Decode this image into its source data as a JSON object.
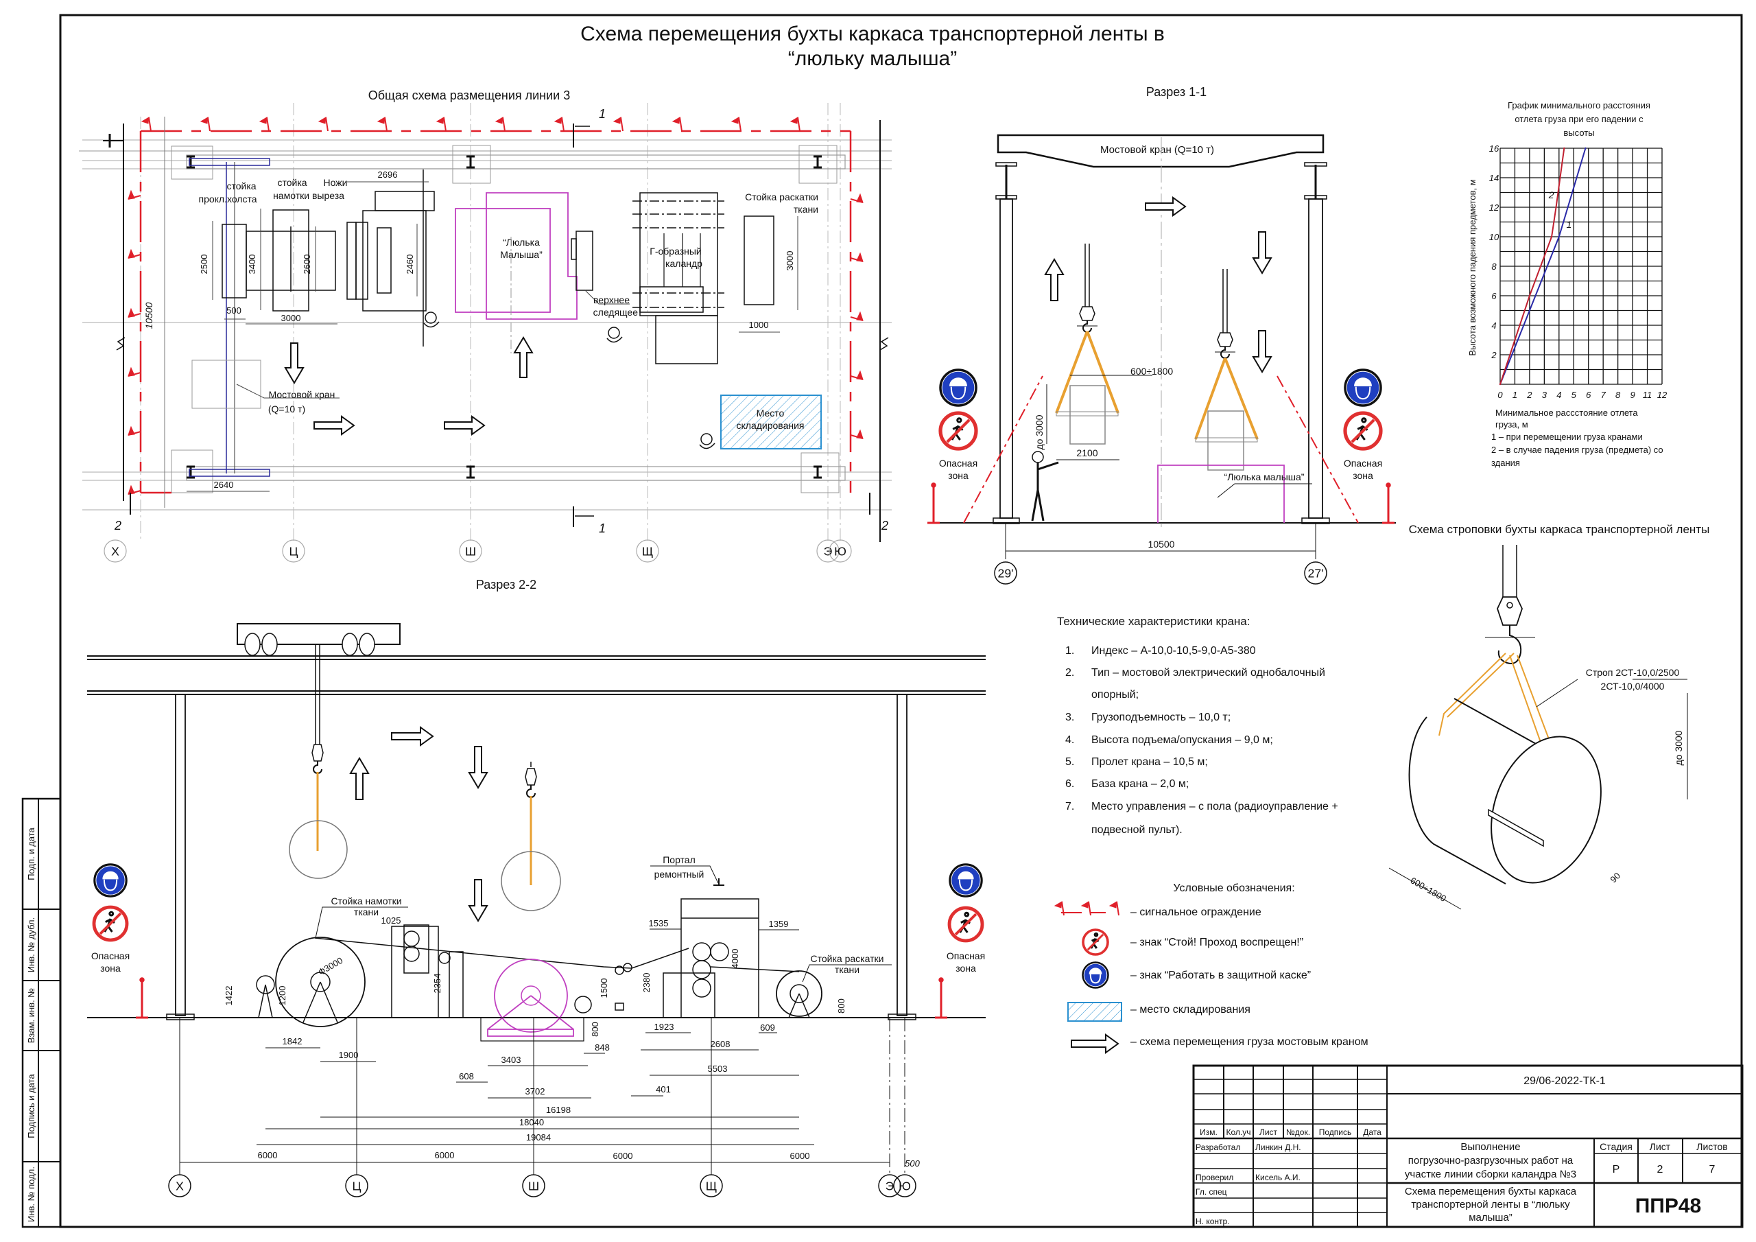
{
  "colors": {
    "fence": "#e0202a",
    "cradle": "#c040c0",
    "crane_bridge": "#2a2a9a",
    "storage": "#2a90d0",
    "sling": "#e8a030",
    "brand": "#1a9a3a",
    "danger_text": "#c0202a",
    "sign_blue": "#1f3fc0"
  },
  "title": {
    "line1": "Схема перемещения бухты каркаса транспортерной ленты в",
    "line2": "“люльку малыша”"
  },
  "plan": {
    "title": "Общая схема размещения линии 3",
    "labels": {
      "stand_canvas_1": "стойка",
      "stand_canvas_2": "прокл.холста",
      "stand_wind_1": "стойка",
      "stand_wind_2": "намотки выреза",
      "knives": "Ножи",
      "cradle_1": "“Люлька",
      "cradle_2": "Малыша”",
      "calender_1": "Г-образный",
      "calender_2": "каландр",
      "upper_1": "верхнее",
      "upper_2": "следящее",
      "unwind_1": "Стойка раскатки",
      "unwind_2": "ткани",
      "crane_1": "Мостовой кран",
      "crane_2": "(Q=10 т)",
      "storage_1": "Место",
      "storage_2": "складирования"
    },
    "dims": [
      "2696",
      "2500",
      "3400",
      "2600",
      "2460",
      "500",
      "3000",
      "3000",
      "1000",
      "2640",
      "10500"
    ],
    "section_marks": [
      "1",
      "1",
      "2",
      "2"
    ],
    "axes": [
      "Х",
      "Ц",
      "Ш",
      "Щ",
      "Э",
      "Ю"
    ]
  },
  "section_1_1": {
    "title": "Разрез 1-1",
    "crane_label": "Мостовой кран (Q=10 т)",
    "dims": [
      "600÷1800",
      "до 3000",
      "2100",
      "10500"
    ],
    "cradle_label": "“Люлька малыша”",
    "danger_zone": [
      "Опасная",
      "зона"
    ],
    "axes": [
      "29'",
      "27'"
    ]
  },
  "chart_data": {
    "type": "line",
    "title": [
      "График минимального расстояния",
      "отлета груза при его падении с",
      "высоты"
    ],
    "xlabel": [
      "Минимальное рассстояние отлета",
      "груза, м"
    ],
    "ylabel": "Высота возможного падения предметов, м",
    "x_tick_labels": [
      "0",
      "1",
      "2",
      "3",
      "4",
      "5",
      "6",
      "7",
      "8",
      "9",
      "11",
      "12"
    ],
    "y_tick_labels": [
      "2",
      "4",
      "6",
      "8",
      "10",
      "12",
      "14",
      "16"
    ],
    "xlim": [
      0,
      11
    ],
    "ylim": [
      0,
      16
    ],
    "grid": true,
    "series": [
      {
        "name": "1",
        "color": "#2a2aa8",
        "points": [
          [
            0,
            0
          ],
          [
            4,
            10
          ],
          [
            5.8,
            16
          ]
        ]
      },
      {
        "name": "2",
        "color": "#c02030",
        "points": [
          [
            0,
            0
          ],
          [
            2,
            6
          ],
          [
            3.5,
            10
          ],
          [
            3.8,
            12
          ],
          [
            4.35,
            16
          ]
        ]
      }
    ],
    "notes": [
      "1 – при перемещении груза кранами",
      "2 – в случае падения груза (предмета) со",
      "здания"
    ]
  },
  "rigging": {
    "title": "Схема строповки бухты каркаса транспортерной ленты",
    "sling_1": "Строп 2СТ-10,0/2500",
    "sling_2": "2СТ-10,0/4000",
    "dims": [
      "до 3000",
      "600÷1800",
      "90"
    ]
  },
  "crane_specs": {
    "title": "Технические характеристики крана:",
    "items": [
      {
        "n": "1.",
        "lines": [
          "Индекс – А-10,0-10,5-9,0-А5-380"
        ]
      },
      {
        "n": "2.",
        "lines": [
          "Тип – мостовой электрический однобалочный",
          "опорный;"
        ]
      },
      {
        "n": "3.",
        "lines": [
          "Грузоподъемность – 10,0 т;"
        ]
      },
      {
        "n": "4.",
        "lines": [
          "Высота подъема/опускания – 9,0 м;"
        ]
      },
      {
        "n": "5.",
        "lines": [
          "Пролет крана – 10,5 м;"
        ]
      },
      {
        "n": "6.",
        "lines": [
          "База крана – 2,0 м;"
        ]
      },
      {
        "n": "7.",
        "lines": [
          "Место управления – с пола (радиоуправление +",
          "подвесной пульт)."
        ]
      }
    ]
  },
  "legend": {
    "title": "Условные обозначения:",
    "items": [
      {
        "icon": "signal-fence-icon",
        "label": "– сигнальное ограждение"
      },
      {
        "icon": "no-entry-sign-icon",
        "label": "– знак “Стой! Проход воспрещен!”"
      },
      {
        "icon": "helmet-sign-icon",
        "label": "– знак “Работать в защитной каске”"
      },
      {
        "icon": "storage-hatch-icon",
        "label": "– место складирования"
      },
      {
        "icon": "block-arrow-icon",
        "label": "– схема перемещения груза мостовым краном"
      }
    ]
  },
  "section_2_2": {
    "title": "Разрез 2-2",
    "labels": {
      "wind_1": "Стойка намотки",
      "wind_2": "ткани",
      "portal_1": "Портал",
      "portal_2": "ремонтный",
      "unwind_1": "Стойка раскатки",
      "unwind_2": "ткани"
    },
    "dims": [
      "1842",
      "1900",
      "1422",
      "1200",
      "Ф3000",
      "1025",
      "2354",
      "3403",
      "608",
      "3702",
      "16198",
      "18040",
      "19084",
      "848",
      "800",
      "1500",
      "1535",
      "2380",
      "1923",
      "401",
      "5503",
      "2608",
      "4000",
      "1359",
      "609",
      "800",
      "6000",
      "6000",
      "6000",
      "6000",
      "500"
    ],
    "axes": [
      "Х",
      "Ц",
      "Ш",
      "Щ",
      "Э",
      "Ю"
    ],
    "danger_zone": [
      "Опасная",
      "зона"
    ]
  },
  "stamp_column": [
    "Подп. и дата",
    "Инв. № дубл.",
    "Взам. инв. №",
    "Подпись и дата",
    "Инв. № подл."
  ],
  "title_block": {
    "doc_code": "29/06-2022-ТК-1",
    "headers": [
      "Изм.",
      "Кол.уч",
      "Лист",
      "№док.",
      "Подпись",
      "Дата"
    ],
    "roles": [
      {
        "role": "Разработал",
        "name": "Линкин Д.Н."
      },
      {
        "role": "",
        "name": ""
      },
      {
        "role": "Проверил",
        "name": "Кисель А.И."
      },
      {
        "role": "Гл. спец",
        "name": ""
      },
      {
        "role": "",
        "name": ""
      },
      {
        "role": "Н. контр.",
        "name": ""
      }
    ],
    "work_title": [
      "Выполнение",
      "погрузочно-разгрузочных работ на",
      "участке линии сборки каландра №3"
    ],
    "sheet_title": [
      "Схема перемещения бухты каркаса",
      "транспортерной ленты в “люльку",
      "малыша”"
    ],
    "stage_label": "Стадия",
    "sheet_label": "Лист",
    "sheets_label": "Листов",
    "stage": "Р",
    "sheet": "2",
    "sheets": "7",
    "brand": "ППР48"
  }
}
